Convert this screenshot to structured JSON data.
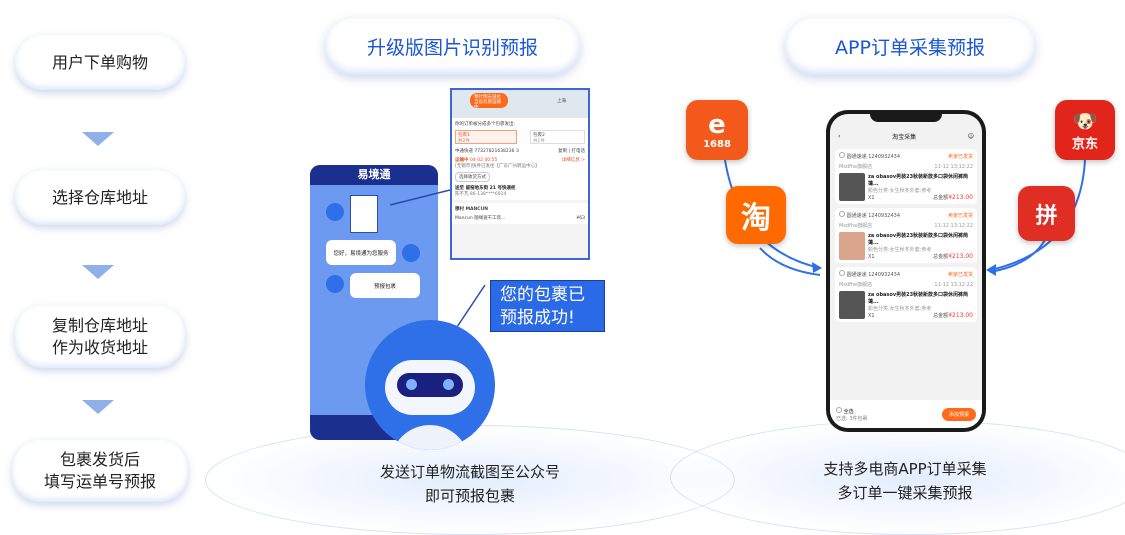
{
  "steps": [
    {
      "lines": [
        "用户下单购物"
      ]
    },
    {
      "lines": [
        "选择仓库地址"
      ]
    },
    {
      "lines": [
        "复制仓库地址",
        "作为收货地址"
      ]
    },
    {
      "lines": [
        "包裹发货后",
        "填写运单号预报"
      ]
    }
  ],
  "left_section": {
    "title": "升级版图片识别预报",
    "caption": [
      "发送订单物流截图至公众号",
      "即可预报包裹"
    ],
    "chat_app_title": "易境通",
    "chat_messages": [
      "您好，易境通为您服务",
      "预报包裹"
    ],
    "robot_bubble": [
      "您的包裹已",
      "预报成功!"
    ],
    "screenshot": {
      "map_badge": [
        "预计明天送达",
        "当前包裹运输中"
      ],
      "map_city": "上海",
      "split_text": "你的订单被分成多个包裹发出:",
      "packages": [
        {
          "label": "包裹1",
          "count": "共2件"
        },
        {
          "label": "包裹2",
          "count": "共1件"
        }
      ],
      "tracking": "中通快递 77327821638236 3",
      "tracking_actions": "复制 | 打电话",
      "status": "运输中",
      "status_time": "04-02 00:55",
      "status_detail": "[无锡市]快件已发往【广东广州转运中心】",
      "status_link": "详细信息 >",
      "choose_btn": "选择收货方式",
      "deliver_to": "送至 留窑地东街 21 号快递柜",
      "receiver": "陈不芃 86-138****6914",
      "shop": "穆村 MANCUN",
      "item": "Mancun 随绳速干工装...",
      "price": "¥63"
    }
  },
  "right_section": {
    "title": "APP订单采集预报",
    "caption": [
      "支持多电商APP订单采集",
      "多订单一键采集预报"
    ],
    "apps": [
      {
        "name": "1688",
        "color": "#f2591a"
      },
      {
        "name": "淘",
        "color": "#ff6a00"
      },
      {
        "name": "京东",
        "color": "#e1251b"
      },
      {
        "name": "拼",
        "color": "#e02e24"
      }
    ],
    "phone": {
      "header": "淘宝采集",
      "orders": [
        {
          "courier": "圆通速递",
          "number": "1240932434",
          "status": "卖家已发货",
          "shop": "Msdfhe旗舰店",
          "time": "11-12 13:12:22",
          "title": "za obasov男装23秋装新款多口袋休闲裤简蔼...",
          "spec": "颜色分类:女生秋冬外套;参考",
          "qty": "X1",
          "total_label": "总金额",
          "price": "¥213.00"
        },
        {
          "courier": "圆通速递",
          "number": "1240932434",
          "status": "卖家已发货",
          "shop": "Msdfhe旗舰店",
          "time": "11-12 13:12:22",
          "title": "za obasov男装23秋装新款多口袋休闲裤简蔼...",
          "spec": "颜色分类:女生秋冬外套;参考",
          "qty": "X1",
          "total_label": "总金额",
          "price": "¥213.00"
        },
        {
          "courier": "圆通速递",
          "number": "1240932434",
          "status": "卖家已发货",
          "shop": "Msdfhe旗舰店",
          "time": "11-12 13:12:22",
          "title": "za obasov男装23秋装新款多口袋休闲裤简蔼...",
          "spec": "颜色分类:女生秋冬外套;参考",
          "qty": "X1",
          "total_label": "总金额",
          "price": "¥213.00"
        }
      ],
      "select_all": "全选",
      "selected": "已选: 3件包裹",
      "add_btn": "添加预报"
    }
  }
}
